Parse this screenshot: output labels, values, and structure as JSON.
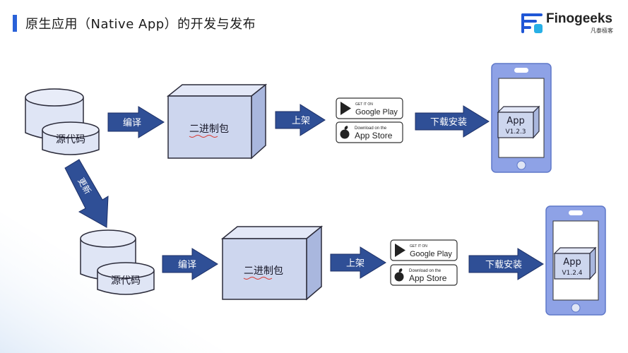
{
  "header": {
    "title": "原生应用（Native App）的开发与发布",
    "logo_name": "Finogeeks",
    "logo_sub": "凡泰极客",
    "accent": "#2a62d8"
  },
  "flow_top": {
    "source_label": "源代码",
    "compile_label": "编译",
    "package_label": "二进制包",
    "publish_label": "上架",
    "download_label": "下载安装",
    "store_google_small": "GET IT ON",
    "store_google_big": "Google Play",
    "store_apple_small": "Download on the",
    "store_apple_big": "App Store",
    "app_label": "App",
    "app_version": "V1.2.3"
  },
  "update_label": "更新",
  "flow_bottom": {
    "source_label": "源代码",
    "compile_label": "编译",
    "package_label": "二进制包",
    "publish_label": "上架",
    "download_label": "下载安装",
    "store_google_small": "GET IT ON",
    "store_google_big": "Google Play",
    "store_apple_small": "Download on the",
    "store_apple_big": "App Store",
    "app_label": "App",
    "app_version": "V1.2.4"
  },
  "colors": {
    "arrow": "#2f4f96",
    "cylinder_fill": "#dfe5f5",
    "box_front": "#cdd6ee",
    "box_top": "#e3e8f7",
    "box_side": "#a9b7de",
    "phone": "#8ea2e6",
    "phone_border": "#5f78c9",
    "outline": "#2b2b3a"
  }
}
